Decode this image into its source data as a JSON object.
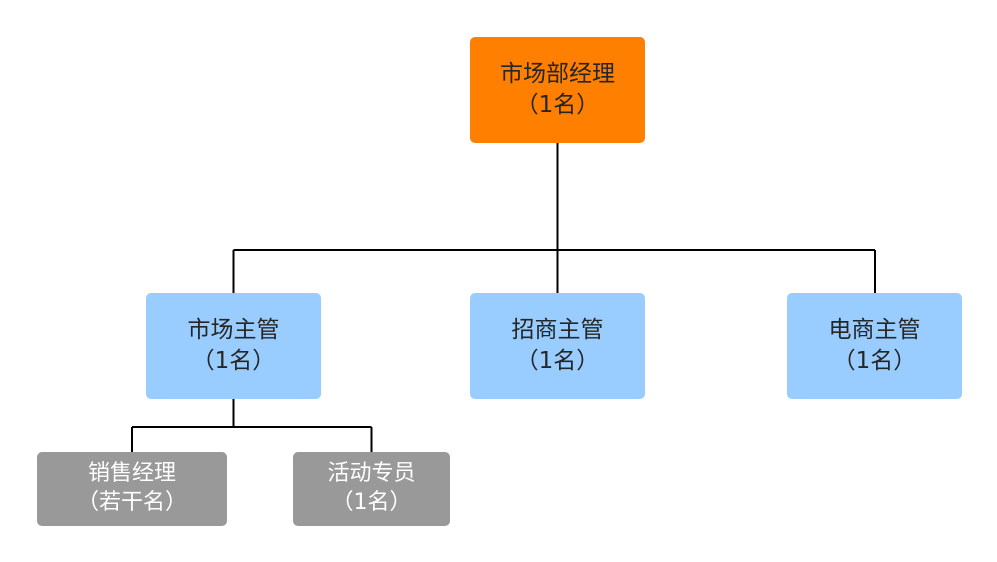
{
  "colors": {
    "top_fill": "#FF7F00",
    "mid_fill": "#99CCFF",
    "bottom_fill": "#999999",
    "text_dark": "#262626",
    "text_light": "#ffffff",
    "connector": "#000000"
  },
  "nodes": {
    "director": {
      "title": "市场部经理",
      "count": "（1名）",
      "level": "top"
    },
    "marketing": {
      "title": "市场主管",
      "count": "（1名）",
      "level": "mid"
    },
    "investment": {
      "title": "招商主管",
      "count": "（1名）",
      "level": "mid"
    },
    "ecommerce": {
      "title": "电商主管",
      "count": "（1名）",
      "level": "mid"
    },
    "sales": {
      "title": "销售经理",
      "count": "（若干名）",
      "level": "bottom"
    },
    "events": {
      "title": "活动专员",
      "count": "（1名）",
      "level": "bottom"
    }
  }
}
